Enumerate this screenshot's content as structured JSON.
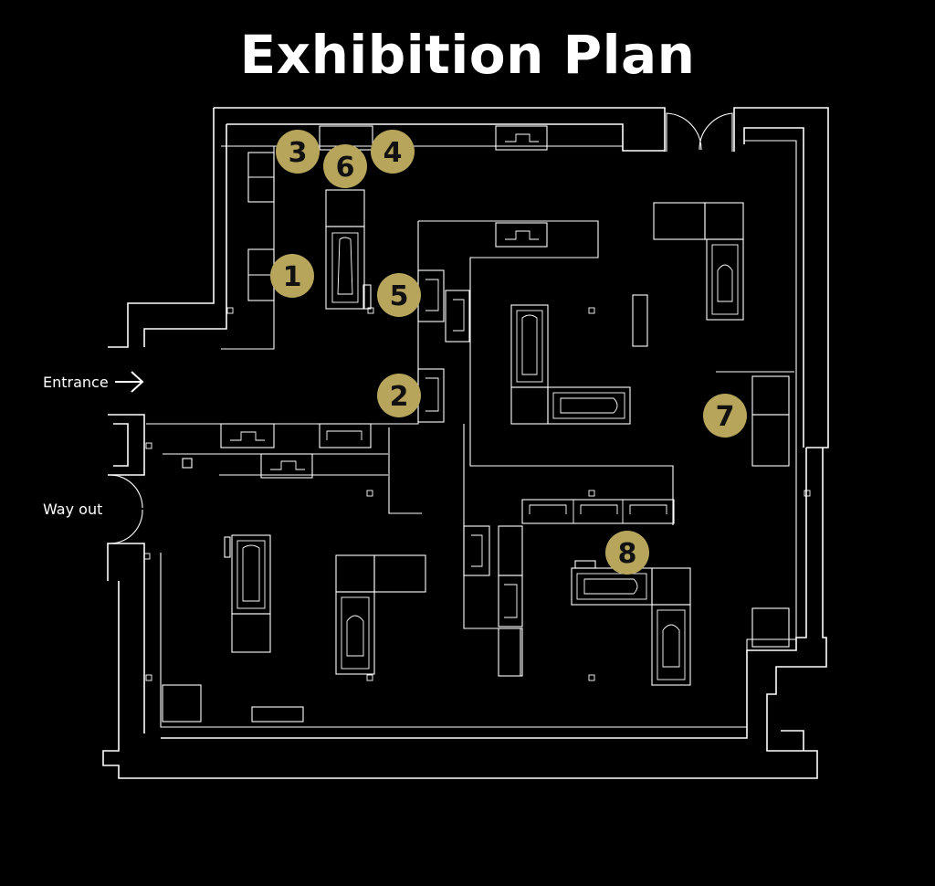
{
  "title": "Exhibition Plan",
  "labels": {
    "entrance": "Entrance",
    "way_out": "Way out"
  },
  "colors": {
    "background": "#000000",
    "lines": "#ffffff",
    "marker": "#b8a55c",
    "marker_text": "#111111"
  },
  "markers": [
    {
      "num": "1"
    },
    {
      "num": "2"
    },
    {
      "num": "3"
    },
    {
      "num": "4"
    },
    {
      "num": "5"
    },
    {
      "num": "6"
    },
    {
      "num": "7"
    },
    {
      "num": "8"
    }
  ]
}
